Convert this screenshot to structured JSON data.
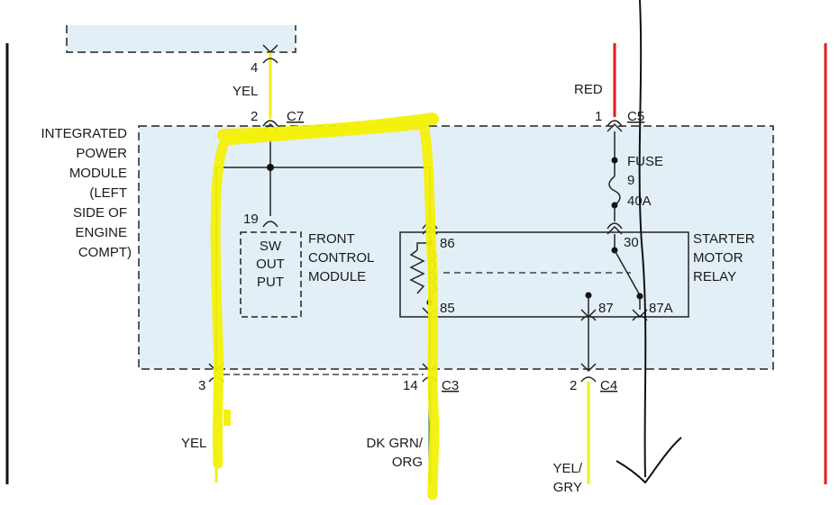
{
  "colors": {
    "module_fill": "#e3eff6",
    "wire_yellow": "#f2ee1a",
    "wire_red": "#e31b1b",
    "wire_green": "#1f6b2a",
    "highlight": "#f3f00a",
    "ink": "#1a1a1a"
  },
  "module": {
    "label_lines": [
      "INTEGRATED",
      "POWER",
      "MODULE",
      "(LEFT",
      "SIDE OF",
      "ENGINE",
      "COMPT)"
    ]
  },
  "top_wires": {
    "yel_pin": "4",
    "yel_label": "YEL",
    "c7_pin": "2",
    "c7_connector": "C7",
    "red_label": "RED",
    "c5_pin": "1",
    "c5_connector": "C5"
  },
  "fuse": {
    "label": "FUSE",
    "number": "9",
    "rating": "40A"
  },
  "front_control_module": {
    "pin": "19",
    "box_lines": [
      "SW",
      "OUT",
      "PUT"
    ],
    "name_lines": [
      "FRONT",
      "CONTROL",
      "MODULE"
    ]
  },
  "relay": {
    "name_lines": [
      "STARTER",
      "MOTOR",
      "RELAY"
    ],
    "pin_86": "86",
    "pin_85": "85",
    "pin_30": "30",
    "pin_87": "87",
    "pin_87a": "87A"
  },
  "bottom_wires": {
    "left_pin": "3",
    "left_label": "YEL",
    "mid_pin": "14",
    "mid_connector": "C3",
    "mid_label_lines": [
      "DK GRN/",
      "ORG"
    ],
    "right_pin": "2",
    "right_connector": "C4",
    "right_label_lines": [
      "YEL/",
      "GRY"
    ]
  }
}
